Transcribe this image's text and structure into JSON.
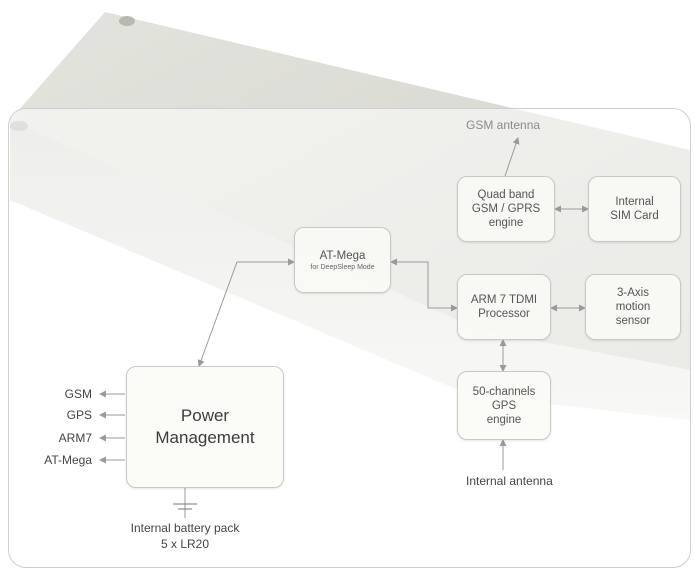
{
  "diagram": {
    "blocks": {
      "quad_band": [
        "Quad band",
        "GSM / GPRS",
        "engine"
      ],
      "sim_card": [
        "Internal",
        "SIM Card"
      ],
      "at_mega": {
        "title": "AT-Mega",
        "subtitle": "for DeepSleep Mode"
      },
      "arm7": [
        "ARM 7 TDMI",
        "Processor"
      ],
      "motion_sensor": [
        "3-Axis",
        "motion",
        "sensor"
      ],
      "gps_engine": [
        "50-channels",
        "GPS",
        "engine"
      ],
      "power_management": [
        "Power",
        "Management"
      ]
    },
    "labels": {
      "gsm_antenna": "GSM antenna",
      "internal_antenna": "Internal antenna",
      "battery_line1": "Internal battery pack",
      "battery_line2": "5 x LR20"
    },
    "power_outputs": [
      "GSM",
      "GPS",
      "ARM7",
      "AT-Mega"
    ],
    "colors": {
      "arrow": "#9a9a9a",
      "box_border": "#c8c8c4",
      "box_fill": "#fafaf6"
    }
  }
}
